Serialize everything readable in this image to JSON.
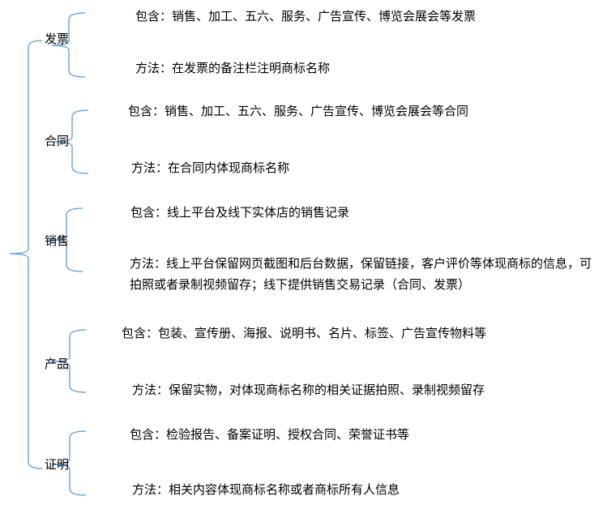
{
  "line_color": "#5b9bd5",
  "categories": [
    {
      "label": "发票",
      "includes": "包含：销售、加工、五六、服务、广告宣传、博览会展会等发票",
      "method": "方法：在发票的备注栏注明商标名称"
    },
    {
      "label": "合同",
      "includes": "包含：销售、加工、五六、服务、广告宣传、博览会展会等合同",
      "method": "方法：在合同内体现商标名称"
    },
    {
      "label": "销售",
      "includes": "包含：线上平台及线下实体店的销售记录",
      "method": "方法：线上平台保留网页截图和后台数据，保留链接，客户评价等体现商标的信息，可拍照或者录制视频留存；线下提供销售交易记录（合同、发票）"
    },
    {
      "label": "产品",
      "includes": "包含：包装、宣传册、海报、说明书、名片、标签、广告宣传物料等",
      "method": "方法：保留实物，对体现商标名称的相关证据拍照、录制视频留存"
    },
    {
      "label": "证明",
      "includes": "包含：检验报告、备案证明、授权合同、荣誉证书等",
      "method": "方法：相关内容体现商标名称或者商标所有人信息"
    }
  ]
}
